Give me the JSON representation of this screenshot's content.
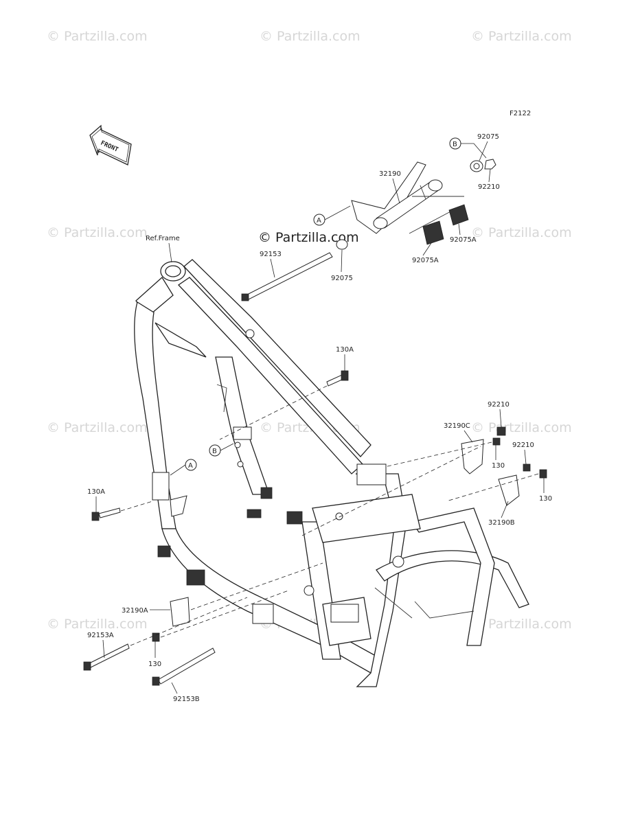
{
  "watermark": "© Partzilla.com",
  "center_watermark": "© Partzilla.com",
  "figure_code": "F2122",
  "front_label": "FRONT",
  "ref_frame": "Ref.Frame",
  "callouts": {
    "a": "A",
    "b": "B"
  },
  "parts": {
    "p92075_top": "92075",
    "p92210_top": "92210",
    "p32190": "32190",
    "p92075A_right": "92075A",
    "p92075A_left": "92075A",
    "p92153": "92153",
    "p92075_mid": "92075",
    "p130A_mid": "130A",
    "p130A_left": "130A",
    "p92210_right1": "92210",
    "p32190C": "32190C",
    "p130_right1": "130",
    "p92210_right2": "92210",
    "p130_right2": "130",
    "p32190B": "32190B",
    "p32190A": "32190A",
    "p92153A": "92153A",
    "p130_bottom": "130",
    "p92153B": "92153B"
  }
}
